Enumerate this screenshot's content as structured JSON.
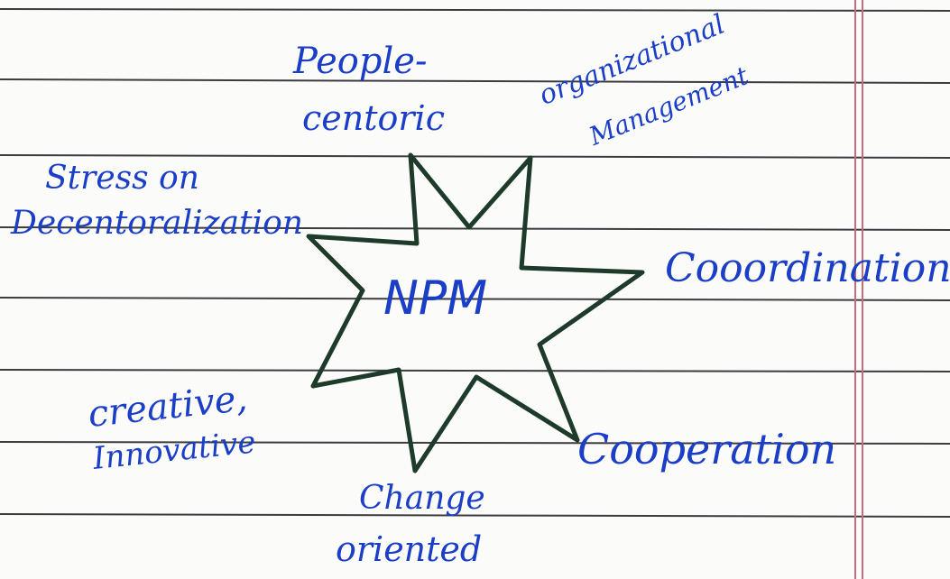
{
  "diagram": {
    "center": "NPM",
    "labels": {
      "people_line1": "People-",
      "people_line2": "centoric",
      "org_line1": "organizational",
      "org_line2": "Management",
      "stress_line1": "Stress on",
      "stress_line2": "Decentoralization",
      "coordination": "Cooordination",
      "creative_line1": "creative,",
      "creative_line2": "Innovative",
      "cooperation": "Cooperation",
      "change_line1": "Change",
      "change_line2": "oriented"
    }
  },
  "colors": {
    "ink": "#1b3ec7",
    "star": "#1d3a2a",
    "ruling": "#2c2c30",
    "margin": "#c86a78"
  }
}
